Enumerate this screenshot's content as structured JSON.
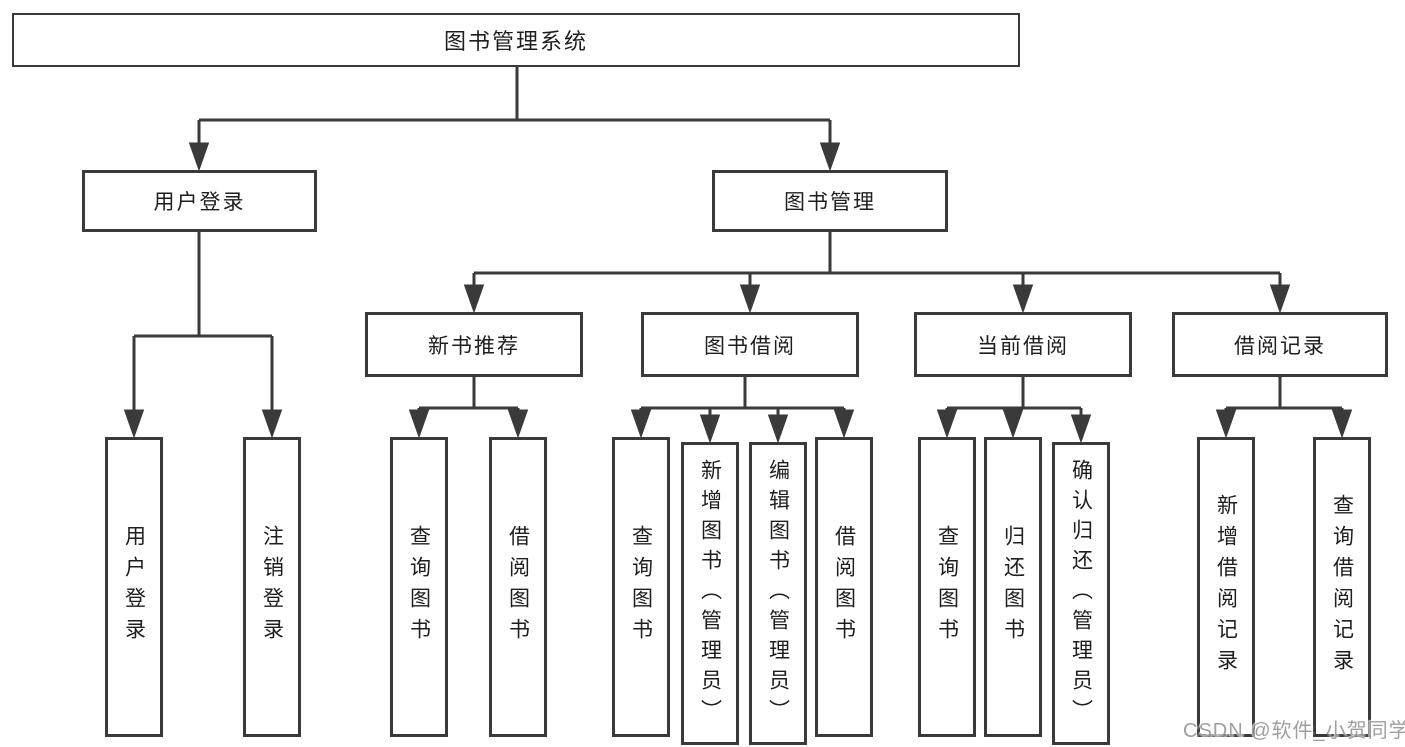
{
  "diagram": {
    "root": {
      "label": "图书管理系统"
    },
    "branches": [
      {
        "label": "用户登录",
        "children": [
          {
            "label": "用户登录"
          },
          {
            "label": "注销登录"
          }
        ]
      },
      {
        "label": "图书管理",
        "children": [
          {
            "label": "新书推荐",
            "children": [
              {
                "label": "查询图书"
              },
              {
                "label": "借阅图书"
              }
            ]
          },
          {
            "label": "图书借阅",
            "children": [
              {
                "label": "查询图书"
              },
              {
                "label": "新增图书（管理员）"
              },
              {
                "label": "编辑图书（管理员）"
              },
              {
                "label": "借阅图书"
              }
            ]
          },
          {
            "label": "当前借阅",
            "children": [
              {
                "label": "查询图书"
              },
              {
                "label": "归还图书"
              },
              {
                "label": "确认归还（管理员）"
              }
            ]
          },
          {
            "label": "借阅记录",
            "children": [
              {
                "label": "新增借阅记录"
              },
              {
                "label": "查询借阅记录"
              }
            ]
          }
        ]
      }
    ]
  },
  "watermark": {
    "text": "CSDN @软件_小贺同学",
    "color": "#9f9f9f"
  },
  "colors": {
    "line": "#3a3a3a",
    "box_border": "#3a3a3a",
    "box_fill": "#ffffff",
    "text": "#1e1e1e",
    "background": "#ffffff"
  }
}
